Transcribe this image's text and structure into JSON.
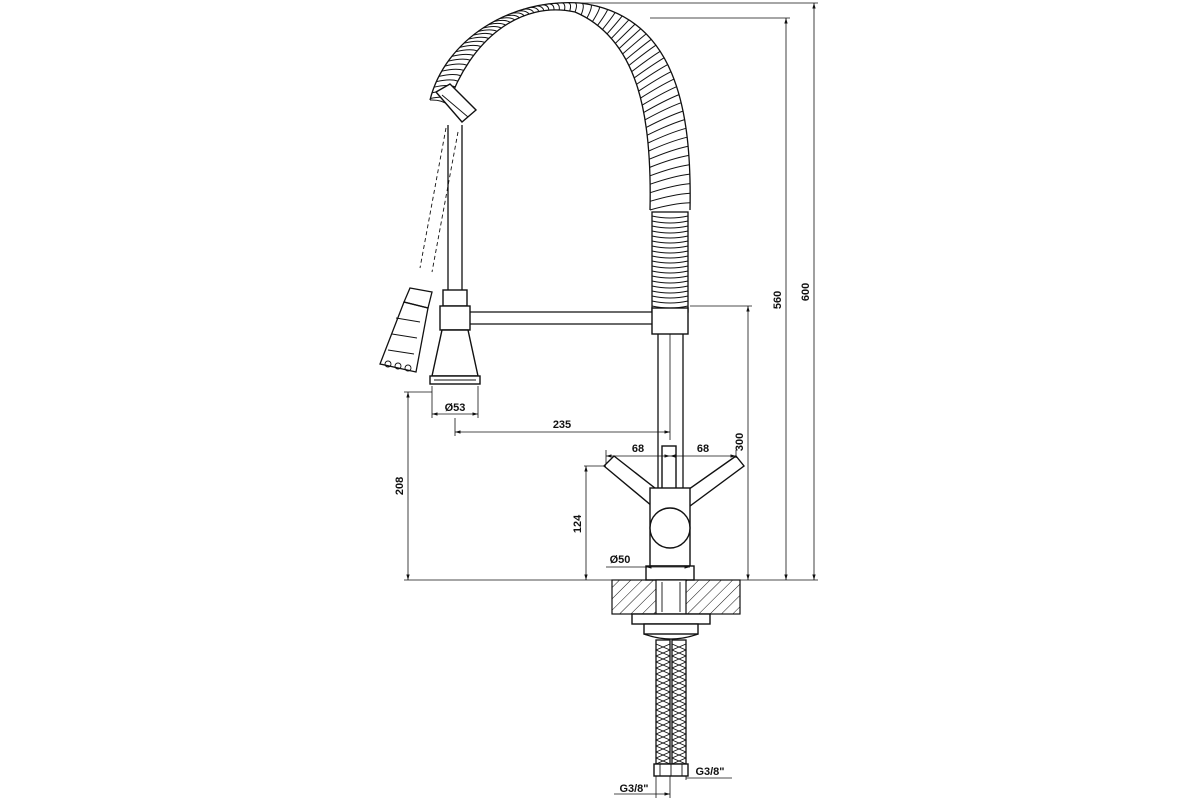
{
  "drawing": {
    "dimensions": {
      "total_height": "600",
      "spout_height": "560",
      "outlet_height": "300",
      "spray_head_height": "208",
      "handle_height": "124",
      "spout_reach": "235",
      "handle_left": "68",
      "handle_right": "68",
      "spray_diameter": "Ø53",
      "base_diameter": "Ø50",
      "connector_left": "G3/8\"",
      "connector_right": "G3/8\""
    },
    "colors": {
      "line": "#111111",
      "background": "#ffffff",
      "hatch": "#111111"
    }
  }
}
